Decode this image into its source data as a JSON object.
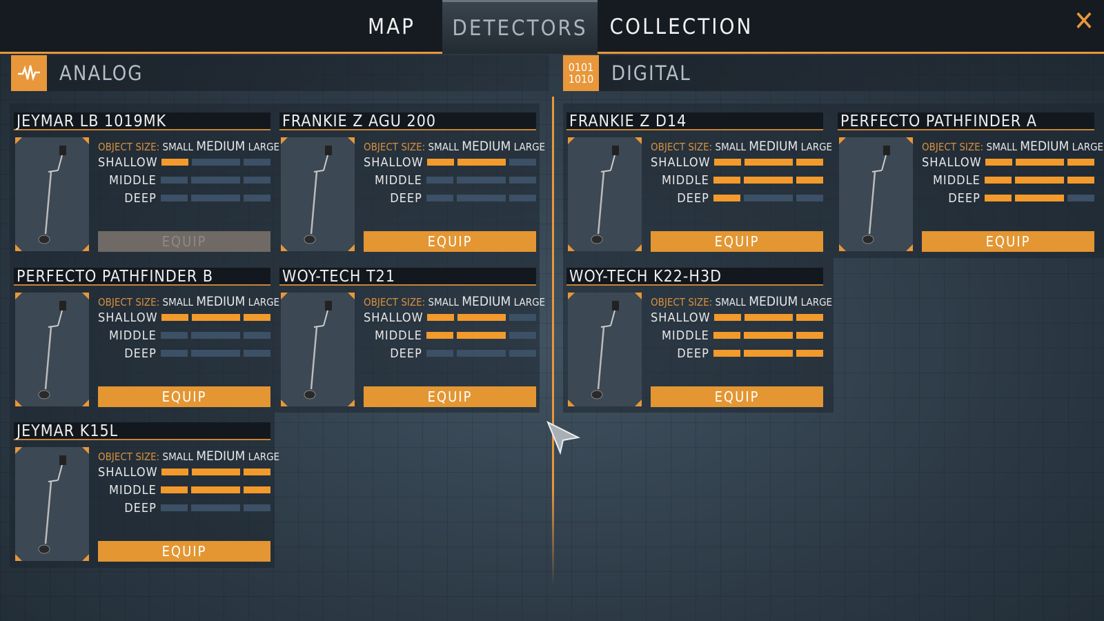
{
  "tabs": [
    {
      "label": "MAP"
    },
    {
      "label": "DETECTORS"
    },
    {
      "label": "COLLECTION"
    }
  ],
  "active_tab": "DETECTORS",
  "categories": {
    "analog": {
      "label": "ANALOG",
      "icon": "waveform-icon"
    },
    "digital": {
      "label": "DIGITAL",
      "icon_text_1": "0101",
      "icon_text_2": "1010"
    }
  },
  "labels": {
    "object_size": "OBJECT SIZE:",
    "small": "SMALL",
    "medium": "MEDIUM",
    "large": "LARGE",
    "shallow": "SHALLOW",
    "middle": "MIDDLE",
    "deep": "DEEP",
    "equip": "EQUIP"
  },
  "colors": {
    "accent": "#e8973a",
    "bar_on": "#f39a2c",
    "bar_off": "#3c5066"
  },
  "detectors": [
    {
      "name": "JEYMAR LB 1019MK",
      "type": "analog",
      "shallow": 1,
      "middle": 0,
      "deep": 0,
      "equip_enabled": false
    },
    {
      "name": "FRANKIE Z AGU 200",
      "type": "analog",
      "shallow": 2,
      "middle": 0,
      "deep": 0,
      "equip_enabled": true
    },
    {
      "name": "FRANKIE Z D14",
      "type": "digital",
      "shallow": 3,
      "middle": 3,
      "deep": 1,
      "equip_enabled": true
    },
    {
      "name": "PERFECTO PATHFINDER A",
      "type": "digital",
      "shallow": 3,
      "middle": 3,
      "deep": 2,
      "equip_enabled": true
    },
    {
      "name": "PERFECTO PATHFINDER B",
      "type": "analog",
      "shallow": 3,
      "middle": 0,
      "deep": 0,
      "equip_enabled": true
    },
    {
      "name": "WOY-TECH T21",
      "type": "analog",
      "shallow": 2,
      "middle": 2,
      "deep": 0,
      "equip_enabled": true
    },
    {
      "name": "WOY-TECH K22-H3D",
      "type": "digital",
      "shallow": 3,
      "middle": 3,
      "deep": 3,
      "equip_enabled": true
    },
    {
      "name": "JEYMAR K15L",
      "type": "analog",
      "shallow": 3,
      "middle": 3,
      "deep": 0,
      "equip_enabled": true
    }
  ]
}
